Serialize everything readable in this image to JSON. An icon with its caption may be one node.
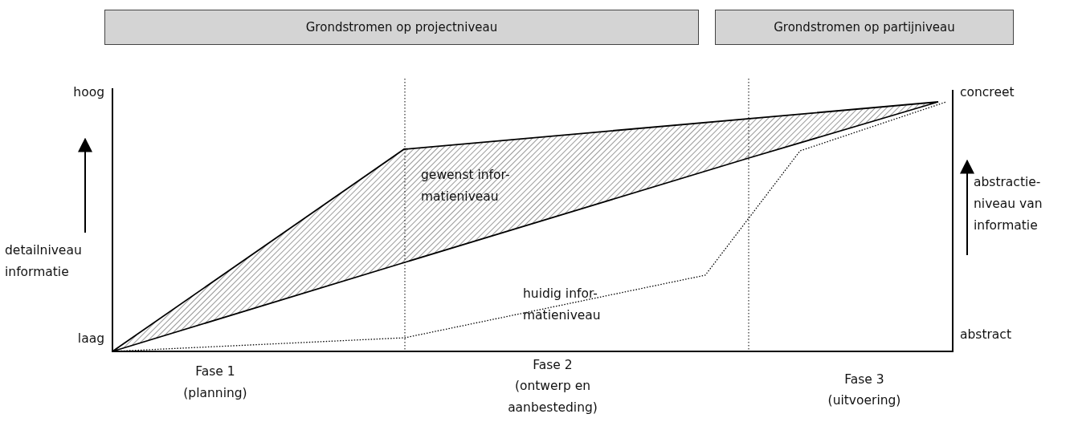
{
  "diagram": {
    "nodes": [
      {
        "text": [
          "Grondstromen op projectniveau"
        ]
      },
      {
        "text": [
          "Grondstromen op partijniveau"
        ]
      }
    ],
    "labels": [
      "hoog",
      "concreet",
      "gewenst infor- matieniveau",
      "abstractie- niveau van informatie",
      "detailniveau informatie",
      "huidig infor- matieniveau",
      "laag",
      "abstract",
      "Fase 1",
      "(planning)",
      "Fase 2",
      "(ontwerp en aanbesteding)",
      "Fase 3",
      "(uitvoering)"
    ]
  }
}
